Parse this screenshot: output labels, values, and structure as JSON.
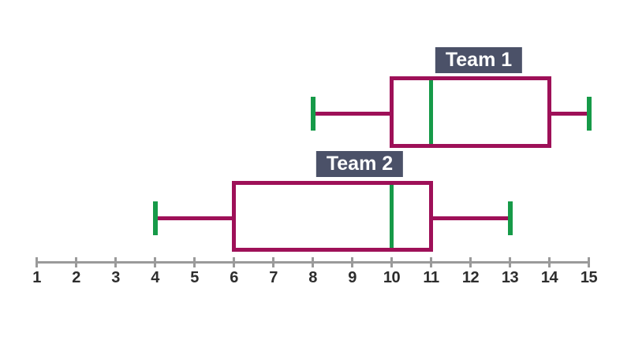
{
  "chart_data": {
    "type": "boxplot",
    "orientation": "horizontal",
    "title": "",
    "axis": {
      "min": 1,
      "max": 15,
      "step": 1,
      "tick_labels": [
        "1",
        "2",
        "3",
        "4",
        "5",
        "6",
        "7",
        "8",
        "9",
        "10",
        "11",
        "12",
        "13",
        "14",
        "15"
      ]
    },
    "series": [
      {
        "name": "Team 1",
        "min": 8,
        "q1": 10,
        "median": 11,
        "q3": 14,
        "max": 15
      },
      {
        "name": "Team 2",
        "min": 4,
        "q1": 6,
        "median": 10,
        "q3": 11,
        "max": 13
      }
    ],
    "legend": "labels above each box",
    "grid": false,
    "colors": {
      "box_outline": "#9e1058",
      "median": "#169a48",
      "whisker": "#9e1058",
      "whisker_cap": "#169a48",
      "label_background": "#4b5168",
      "label_text": "#ffffff",
      "axis": "#9a9a9a",
      "tick_text": "#2d2d2d",
      "background": "#ffffff"
    }
  }
}
